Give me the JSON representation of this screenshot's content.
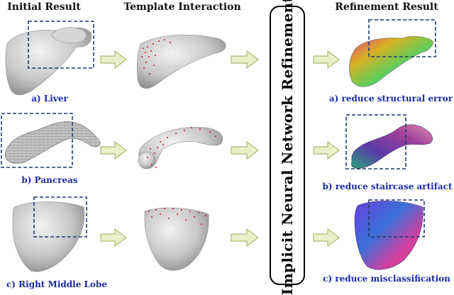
{
  "headers": {
    "initial": "Initial Result",
    "template": "Template Interaction",
    "refinement": "Refinement Result"
  },
  "center_label": "Implicit Neural Network Refinement",
  "rows": [
    {
      "organ_caption": "a) Liver",
      "result_caption": "a) reduce structural error"
    },
    {
      "organ_caption": "b) Pancreas",
      "result_caption": "b) reduce staircase artifact"
    },
    {
      "organ_caption": "c) Right Middle Lobe",
      "result_caption": "c) reduce misclassification"
    }
  ],
  "colors": {
    "arrow_fill": "#e8f0c8",
    "arrow_stroke": "#9aac5a",
    "box_stroke": "#1f3a6e",
    "caption": "#1a2aa8",
    "mesh_gray": "#c9c9c9",
    "points": "#d01818"
  }
}
